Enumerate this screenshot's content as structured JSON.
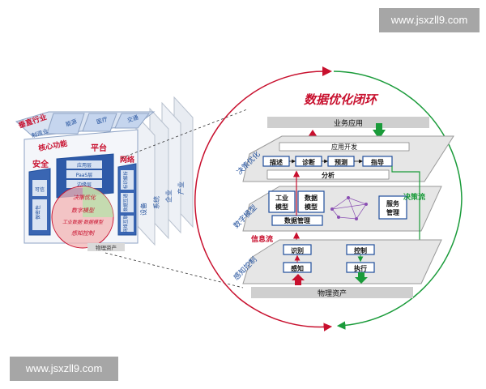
{
  "watermarks": {
    "top": "www.jsxzll9.com",
    "bottom": "www.jsxzll9.com"
  },
  "left_cube": {
    "top_face": {
      "corner": "垂直行业",
      "columns": [
        "制造业",
        "能源",
        "医疗",
        "交通"
      ]
    },
    "side_panels": [
      "设备",
      "系统",
      "企业",
      "产业"
    ],
    "core_label": "核心功能",
    "platform_label": "平台",
    "security_label": "安全",
    "network_label": "网络",
    "platform_layers": [
      "应用层",
      "PaaS层",
      "边缘层"
    ],
    "security_items": [
      "可信",
      "保密性"
    ],
    "network_items": [
      "标识解析",
      "数据互通",
      "网络互联"
    ],
    "circle_items": [
      "决策优化",
      "数字模型",
      "工业数据·数据模型",
      "感知控制"
    ],
    "bottom_label": "物理资产"
  },
  "loop": {
    "title": "数据优化闭环",
    "business_app": "业务应用",
    "physical_assets": "物理资产",
    "app_dev": "应用开发",
    "decision_boxes": [
      "描述",
      "诊断",
      "预测",
      "指导"
    ],
    "analysis": "分析",
    "layer_labels": [
      "决策优化",
      "数字模型",
      "感知控制"
    ],
    "industrial_model": "工业\n模型",
    "data_model": "数据\n模型",
    "data_management": "数据管理",
    "service_management": "服务\n管理",
    "identify": "识别",
    "perceive": "感知",
    "control": "控制",
    "execute": "执行",
    "info_flow": "信息流",
    "decision_flow": "决策流"
  },
  "colors": {
    "red": "#c8102e",
    "green": "#1a9b3a",
    "blue_dark": "#1f4e9b",
    "layer_gray": "#e6e6e6",
    "bar_gray": "#cfcfcf"
  }
}
